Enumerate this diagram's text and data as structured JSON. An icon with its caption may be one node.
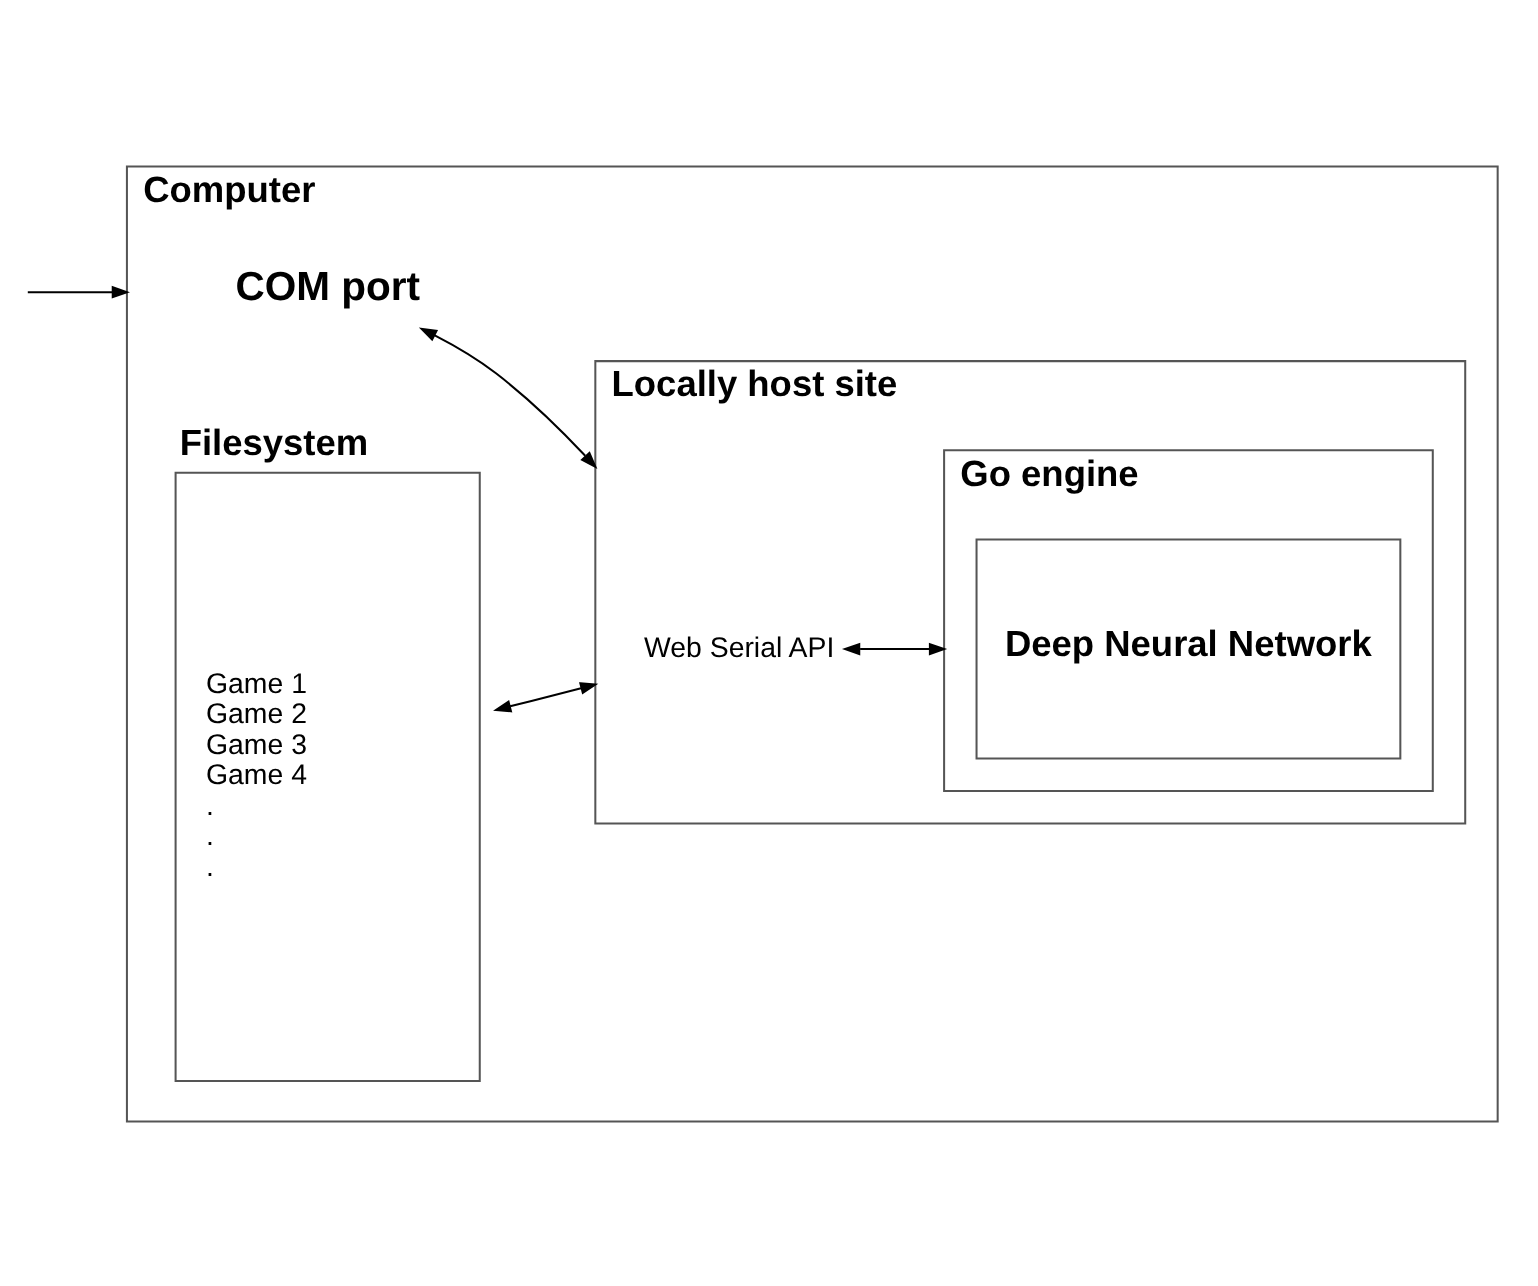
{
  "diagram": {
    "nodes": [
      {
        "text": [
          "Computer"
        ]
      },
      {
        "text": [
          "COM port"
        ],
        "in": 0
      },
      {
        "text": [
          "Locally host site"
        ],
        "in": 0
      },
      {
        "text": [
          "Web Serial API"
        ],
        "in": 2
      },
      {
        "text": [
          "Go engine"
        ],
        "in": 2
      },
      {
        "text": [
          "Deep Neural Network"
        ],
        "in": 4
      },
      {
        "text": [
          "Filesystem",
          "Game 1",
          "Game 2",
          "Game 3",
          "Game 4",
          ".",
          ".",
          "."
        ],
        "in": 0
      }
    ],
    "edges": [
      {
        "from": null,
        "to": 0,
        "arrow": "to"
      },
      {
        "from": 1,
        "to": 2,
        "arrow": "both"
      },
      {
        "from": 3,
        "to": 4,
        "arrow": "both"
      },
      {
        "from": 6,
        "to": 2,
        "arrow": "both"
      }
    ]
  }
}
